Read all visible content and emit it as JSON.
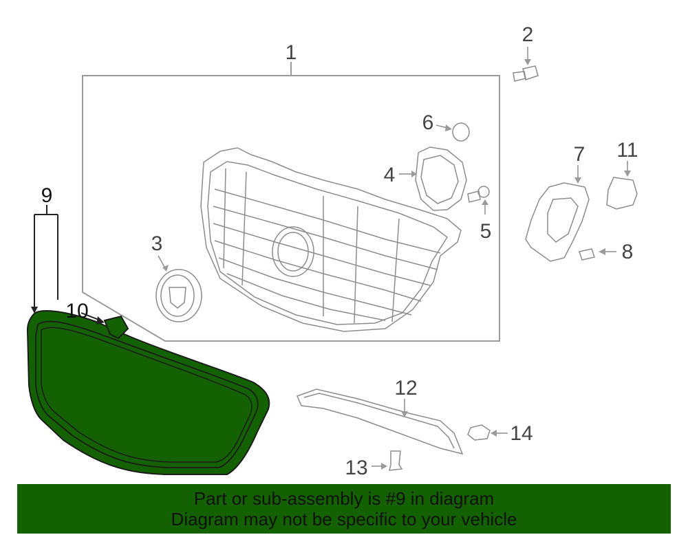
{
  "colors": {
    "highlight": "#136100",
    "footer_bg": "#136100",
    "line": "#9a9a9a",
    "text": "#444444"
  },
  "callouts": [
    "1",
    "2",
    "3",
    "4",
    "5",
    "6",
    "7",
    "8",
    "9",
    "10",
    "11",
    "12",
    "13",
    "14"
  ],
  "footer": {
    "line1": "Part or sub-assembly is #9 in diagram",
    "line2": "Diagram may not be specific to your vehicle"
  }
}
